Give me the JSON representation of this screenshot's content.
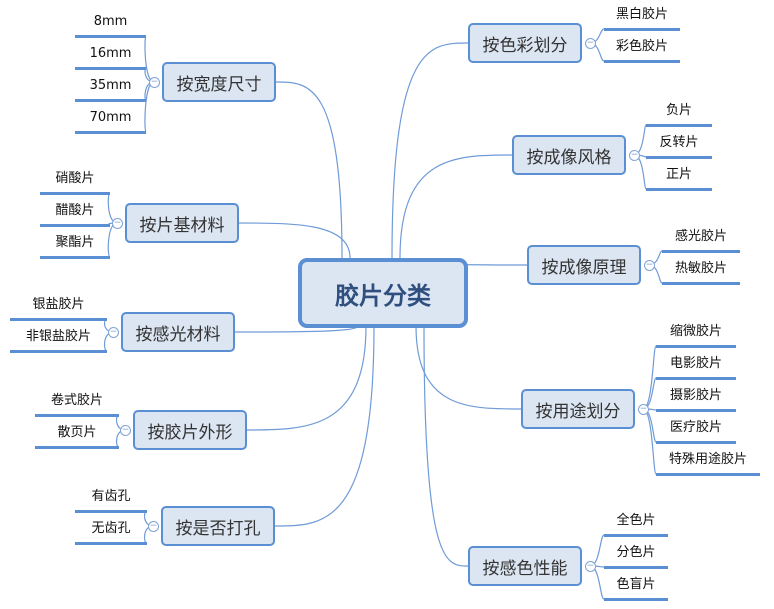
{
  "center": {
    "label": "胶片分类"
  },
  "colors": {
    "accent": "#5b8fd4",
    "fill": "#dce6f3",
    "center_text": "#2f4f7f"
  },
  "toggle_icon": "collapse-minus-icon",
  "branches": [
    {
      "label": "按宽度尺寸",
      "side": "left",
      "leaves": [
        "8mm",
        "16mm",
        "35mm",
        "70mm"
      ]
    },
    {
      "label": "按片基材料",
      "side": "left",
      "leaves": [
        "硝酸片",
        "醋酸片",
        "聚酯片"
      ]
    },
    {
      "label": "按感光材料",
      "side": "left",
      "leaves": [
        "银盐胶片",
        "非银盐胶片"
      ]
    },
    {
      "label": "按胶片外形",
      "side": "left",
      "leaves": [
        "卷式胶片",
        "散页片"
      ]
    },
    {
      "label": "按是否打孔",
      "side": "left",
      "leaves": [
        "有齿孔",
        "无齿孔"
      ]
    },
    {
      "label": "按色彩划分",
      "side": "right",
      "leaves": [
        "黑白胶片",
        "彩色胶片"
      ]
    },
    {
      "label": "按成像风格",
      "side": "right",
      "leaves": [
        "负片",
        "反转片",
        "正片"
      ]
    },
    {
      "label": "按成像原理",
      "side": "right",
      "leaves": [
        "感光胶片",
        "热敏胶片"
      ]
    },
    {
      "label": "按用途划分",
      "side": "right",
      "leaves": [
        "缩微胶片",
        "电影胶片",
        "摄影胶片",
        "医疗胶片",
        "特殊用途胶片"
      ]
    },
    {
      "label": "按感色性能",
      "side": "right",
      "leaves": [
        "全色片",
        "分色片",
        "色盲片"
      ]
    }
  ]
}
